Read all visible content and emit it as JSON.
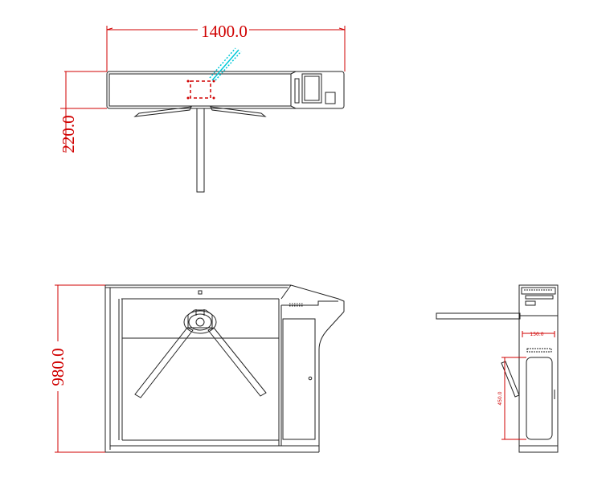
{
  "dimensions": {
    "top_width": "1400.0",
    "top_depth": "220.0",
    "front_height": "980.0",
    "side_small_width": "150.0",
    "side_small_height": "450.0"
  },
  "colors": {
    "outline": "#222222",
    "dimension": "#d00000",
    "beam": "#00c8d8"
  }
}
